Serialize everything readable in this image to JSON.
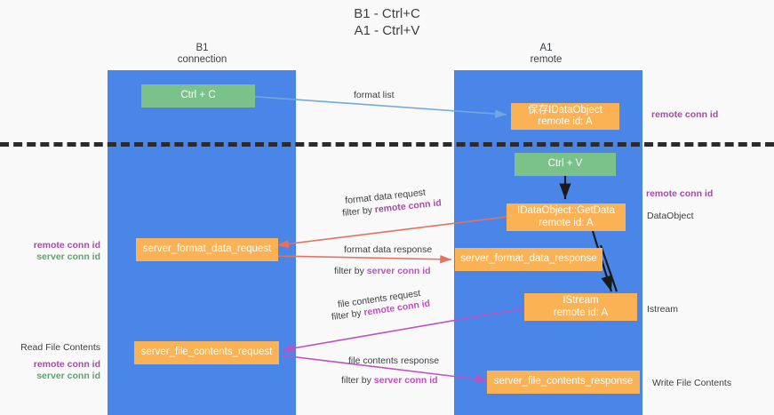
{
  "title": "B1 - Ctrl+C\nA1 - Ctrl+V",
  "lanes": [
    {
      "id": "b1",
      "header": "B1\nconnection"
    },
    {
      "id": "a1",
      "header": "A1\nremote"
    }
  ],
  "nodes": {
    "ctrl_c": "Ctrl + C",
    "ctrl_v": "Ctrl + V",
    "save_idataobject": "保存IDataObject\nremote id: A",
    "getdata": "IDataObject::GetData\nremote id: A",
    "istream": "IStream\nremote id: A",
    "server_format_data_request": "server_format_data_request",
    "server_format_data_response": "server_format_data_response",
    "server_file_contents_request": "server_file_contents_request",
    "server_file_contents_response": "server_file_contents_response"
  },
  "edge_labels": {
    "format_list": "format list",
    "format_data_request": "format data request",
    "format_data_request_filter_prefix": "filter by ",
    "format_data_request_filter_key": "remote conn id",
    "format_data_response": "format data response",
    "format_data_response_filter_prefix": "filter by ",
    "format_data_response_filter_key": "server conn id",
    "file_contents_request": "file contents request",
    "file_contents_request_filter_prefix": "filter by ",
    "file_contents_request_filter_key": "remote conn id",
    "file_contents_response": "file contents response",
    "file_contents_response_filter_prefix": "filter by ",
    "file_contents_response_filter_key": "server conn id"
  },
  "side_labels": {
    "right_remote_conn_id_top": "remote conn id",
    "right_remote_conn_id_mid": "remote conn id",
    "right_dataobject": "DataObject",
    "right_istream": "Istream",
    "right_write_file_contents": "Write File Contents",
    "left_remote_conn_id_1": "remote conn id",
    "left_server_conn_id_1": "server conn id",
    "left_read_file_contents": "Read File Contents",
    "left_remote_conn_id_2": "remote conn id",
    "left_server_conn_id_2": "server conn id"
  },
  "colors": {
    "lane": "#4a86e8",
    "green_node": "#7ac18a",
    "orange_node": "#fbb254",
    "purple_text": "#a64ca6",
    "green_text": "#5aa469",
    "background": "#f9f9f9",
    "divider": "#2b2b2b",
    "arrow_light_blue": "#6fa8dc",
    "arrow_red": "#e8705f",
    "arrow_magenta": "#c14fc1",
    "arrow_black": "#1a1a1a"
  }
}
